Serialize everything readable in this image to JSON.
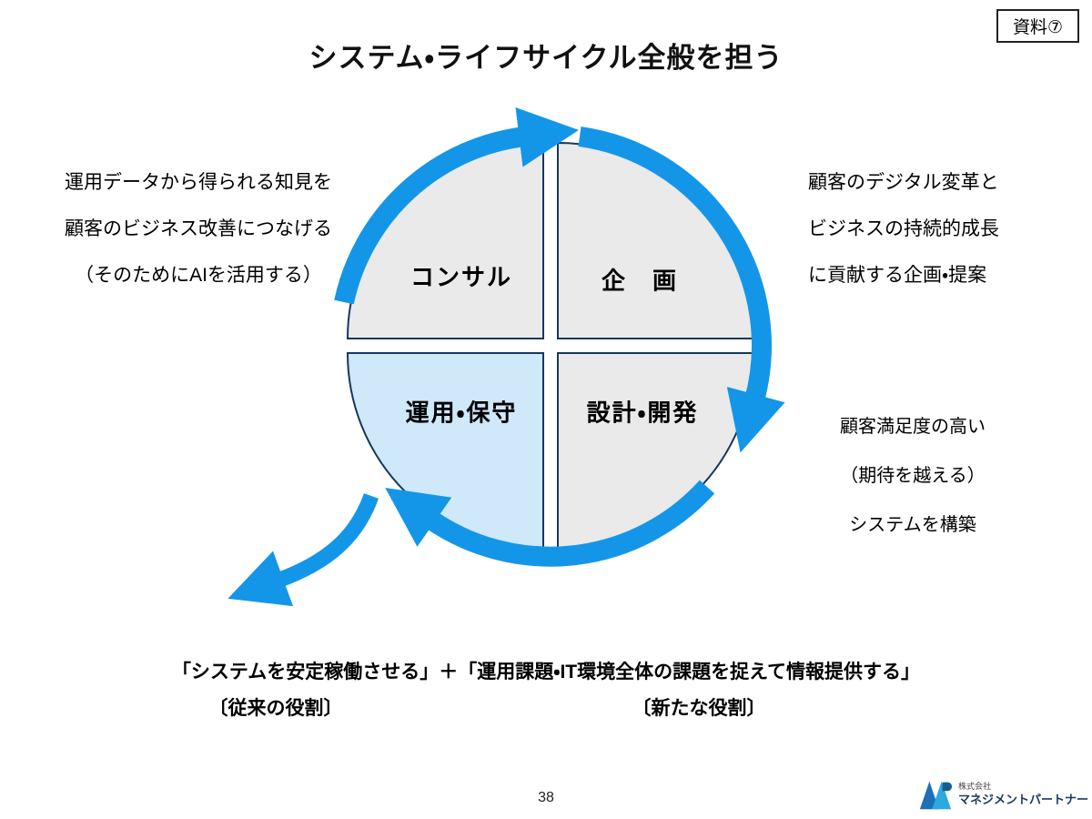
{
  "badge": "資料⑦",
  "title": "システム・ライフサイクル全般を担う",
  "quadrants": {
    "consult": "コンサル",
    "plan": "企　画",
    "operate": "運用・保守",
    "design": "設計・開発"
  },
  "notes": {
    "left": [
      "運用データから得られる知見を",
      "顧客のビジネス改善につなげる",
      "（そのためにAIを活用する）"
    ],
    "right_top": [
      "顧客のデジタル変革と",
      "ビジネスの持続的成長",
      "に貢献する企画・提案"
    ],
    "right_bottom": [
      "顧客満足度の高い",
      "（期待を越える）",
      "システムを構築"
    ]
  },
  "bottom": {
    "formula": "「システムを安定稼働させる」＋「運用課題・IT環境全体の課題を捉えて情報提供する」",
    "legacy_role": "〔従来の役割〕",
    "new_role": "〔新たな役割〕"
  },
  "page_number": "38",
  "logo": {
    "company_prefix": "株式会社",
    "company_name": "マネジメントパートナー"
  },
  "colors": {
    "arrow_blue": "#1496e8",
    "quadrant_gray": "#eaeaea",
    "quadrant_blue": "#cfe8fa",
    "outline_navy": "#17375e",
    "logo_dark_blue": "#1c6fb8",
    "logo_light_blue": "#2ba9e0"
  }
}
